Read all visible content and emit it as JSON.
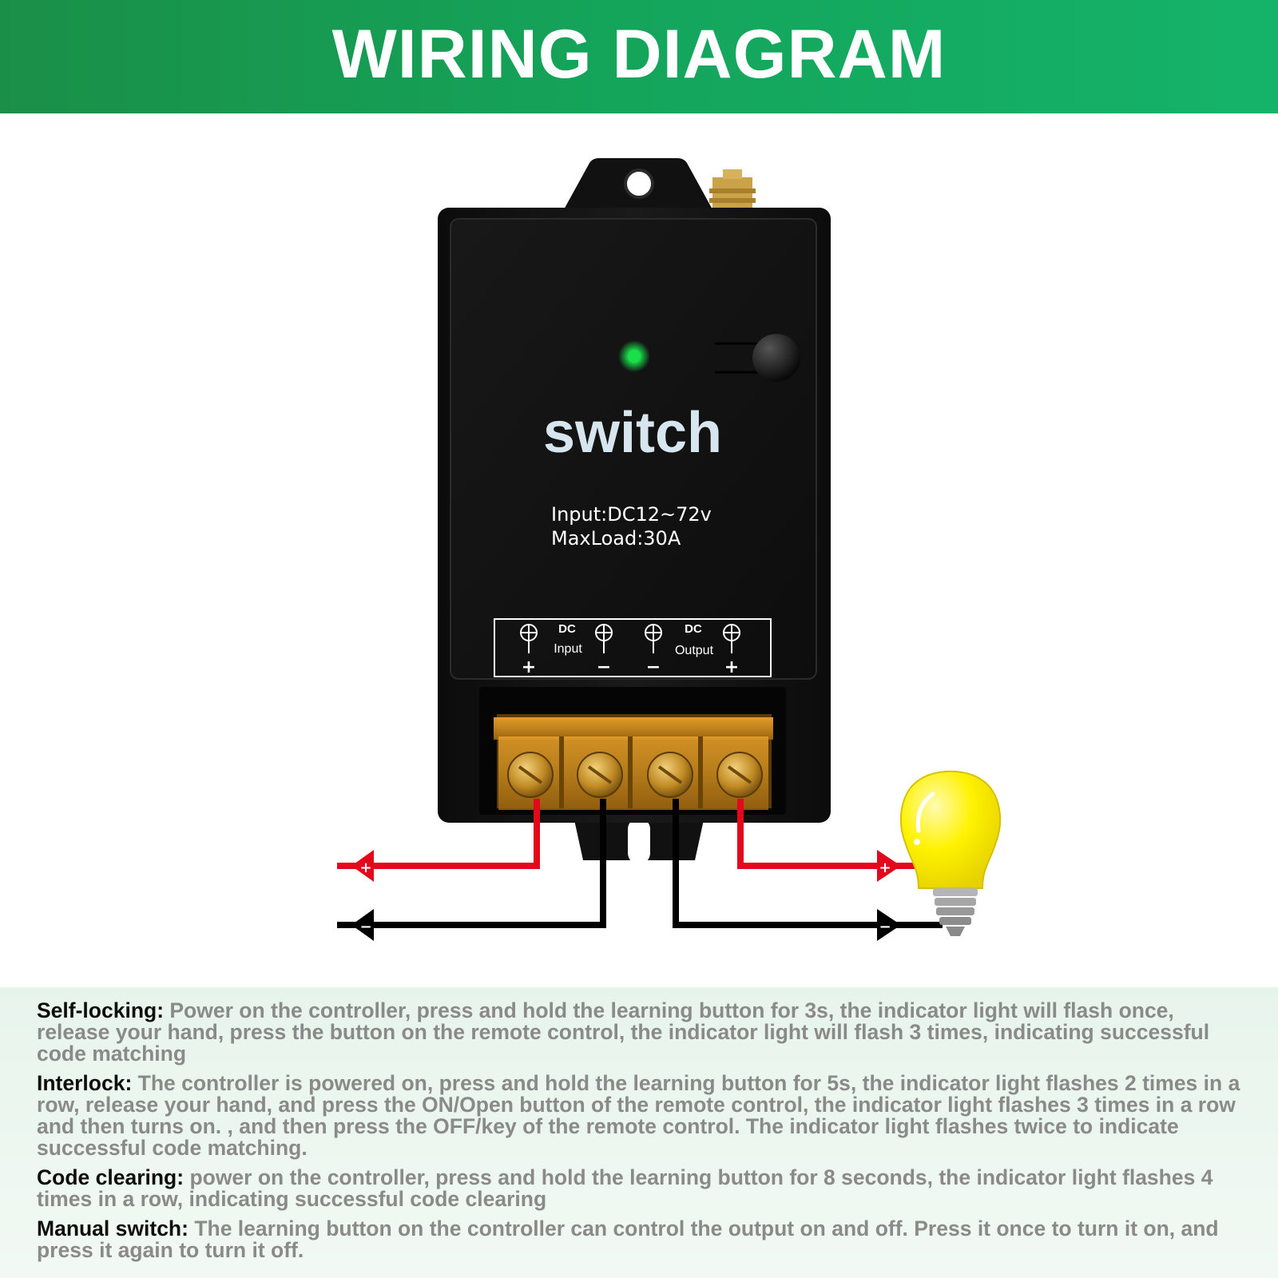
{
  "header": {
    "title": "WIRING DIAGRAM",
    "bg_color": "#14a55b"
  },
  "device": {
    "brand": "switch",
    "spec_input": "Input:DC12~72v",
    "spec_load": "MaxLoad:30A",
    "indicator_color": "#19e04a",
    "terminal_panel": {
      "input_dc": "DC",
      "input_label": "Input",
      "output_dc": "DC",
      "output_label": "Output",
      "polarity": [
        "+",
        "−",
        "−",
        "+"
      ]
    }
  },
  "wires": {
    "positive_color": "#e3081b",
    "negative_color": "#000000",
    "left_positive": "+",
    "left_negative": "−",
    "right_positive": "+",
    "right_negative": "−"
  },
  "bulb": {
    "color": "#fff200"
  },
  "notes": [
    {
      "term": "Self-locking:",
      "text": " Power on the controller, press and hold the learning button for 3s, the indicator light will flash once, release your hand, press the button on the remote control, the indicator light will flash 3 times, indicating successful code matching"
    },
    {
      "term": "Interlock:",
      "text": " The controller is powered on, press and hold the learning button for 5s, the indicator light flashes 2 times in a row, release your hand, and press the ON/Open button of the remote control, the indicator light flashes 3 times in a row and then turns on. , and then press the OFF/key of the remote control. The indicator light flashes twice to indicate successful code matching."
    },
    {
      "term": "Code clearing:",
      "text": " power on the controller, press and hold the learning button for 8 seconds, the indicator light flashes 4 times in a row, indicating successful code clearing"
    },
    {
      "term": "Manual switch:",
      "text": " The learning button on the controller can control the output on and off. Press it once to turn it on, and press it again to turn it off."
    }
  ]
}
